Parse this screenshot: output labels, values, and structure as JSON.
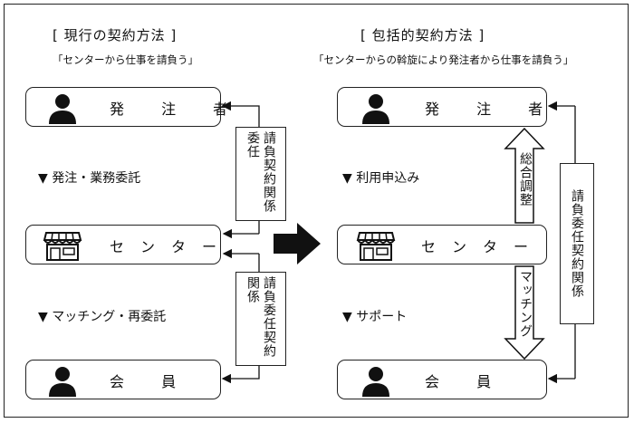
{
  "left": {
    "title": "[ 現行の契約方法 ]",
    "subtitle": "「センターから仕事を請負う」",
    "boxes": {
      "top": "発 注 者",
      "middle": "センター",
      "bottom": "会 員"
    },
    "flows": {
      "upper": "▼ 発注・業務委託",
      "lower": "▼ マッチング・再委託"
    },
    "contracts": {
      "upper": "請負契約関係委任",
      "lower": "請負委任契約関係"
    }
  },
  "right": {
    "title": "[ 包括的契約方法 ]",
    "subtitle": "「センターからの斡旋により発注者から仕事を請負う」",
    "boxes": {
      "top": "発 注 者",
      "middle": "センター",
      "bottom": "会 員"
    },
    "flows": {
      "upper": "▼ 利用申込み",
      "lower": "▼ サポート"
    },
    "arrow_upper": "総合調整",
    "arrow_lower": "マッチング",
    "contract": "請負委任契約関係"
  },
  "icons": {
    "person": "person-icon",
    "shop": "shop-icon",
    "transition": "right-arrow-icon"
  }
}
